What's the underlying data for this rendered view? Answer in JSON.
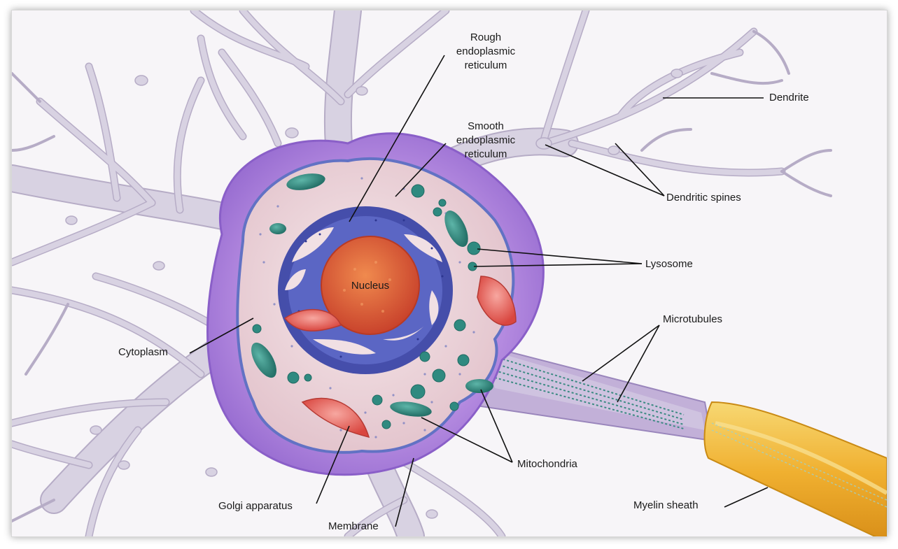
{
  "diagram": {
    "title": "Neuron cell structure",
    "labels": {
      "rough_er_line1": "Rough",
      "rough_er_line2": "endoplasmic",
      "rough_er_line3": "reticulum",
      "smooth_er_line1": "Smooth",
      "smooth_er_line2": "endoplasmic",
      "smooth_er_line3": "reticulum",
      "dendrite": "Dendrite",
      "dendritic_spines": "Dendritic spines",
      "lysosome": "Lysosome",
      "microtubules": "Microtubules",
      "cytoplasm": "Cytoplasm",
      "nucleus": "Nucleus",
      "mitochondria": "Mitochondria",
      "golgi": "Golgi apparatus",
      "membrane": "Membrane",
      "myelin": "Myelin sheath"
    },
    "colors": {
      "background": "#f7f5f8",
      "cell_body_outer": "#b58be0",
      "cytoplasm": "#ecd3d8",
      "nucleus_envelope": "#4a55b0",
      "nucleus": "#e0643c",
      "mitochondria": "#2f8a80",
      "golgi": "#e8605a",
      "myelin": "#f0b030",
      "dendrite": "#d8d2e2"
    }
  }
}
